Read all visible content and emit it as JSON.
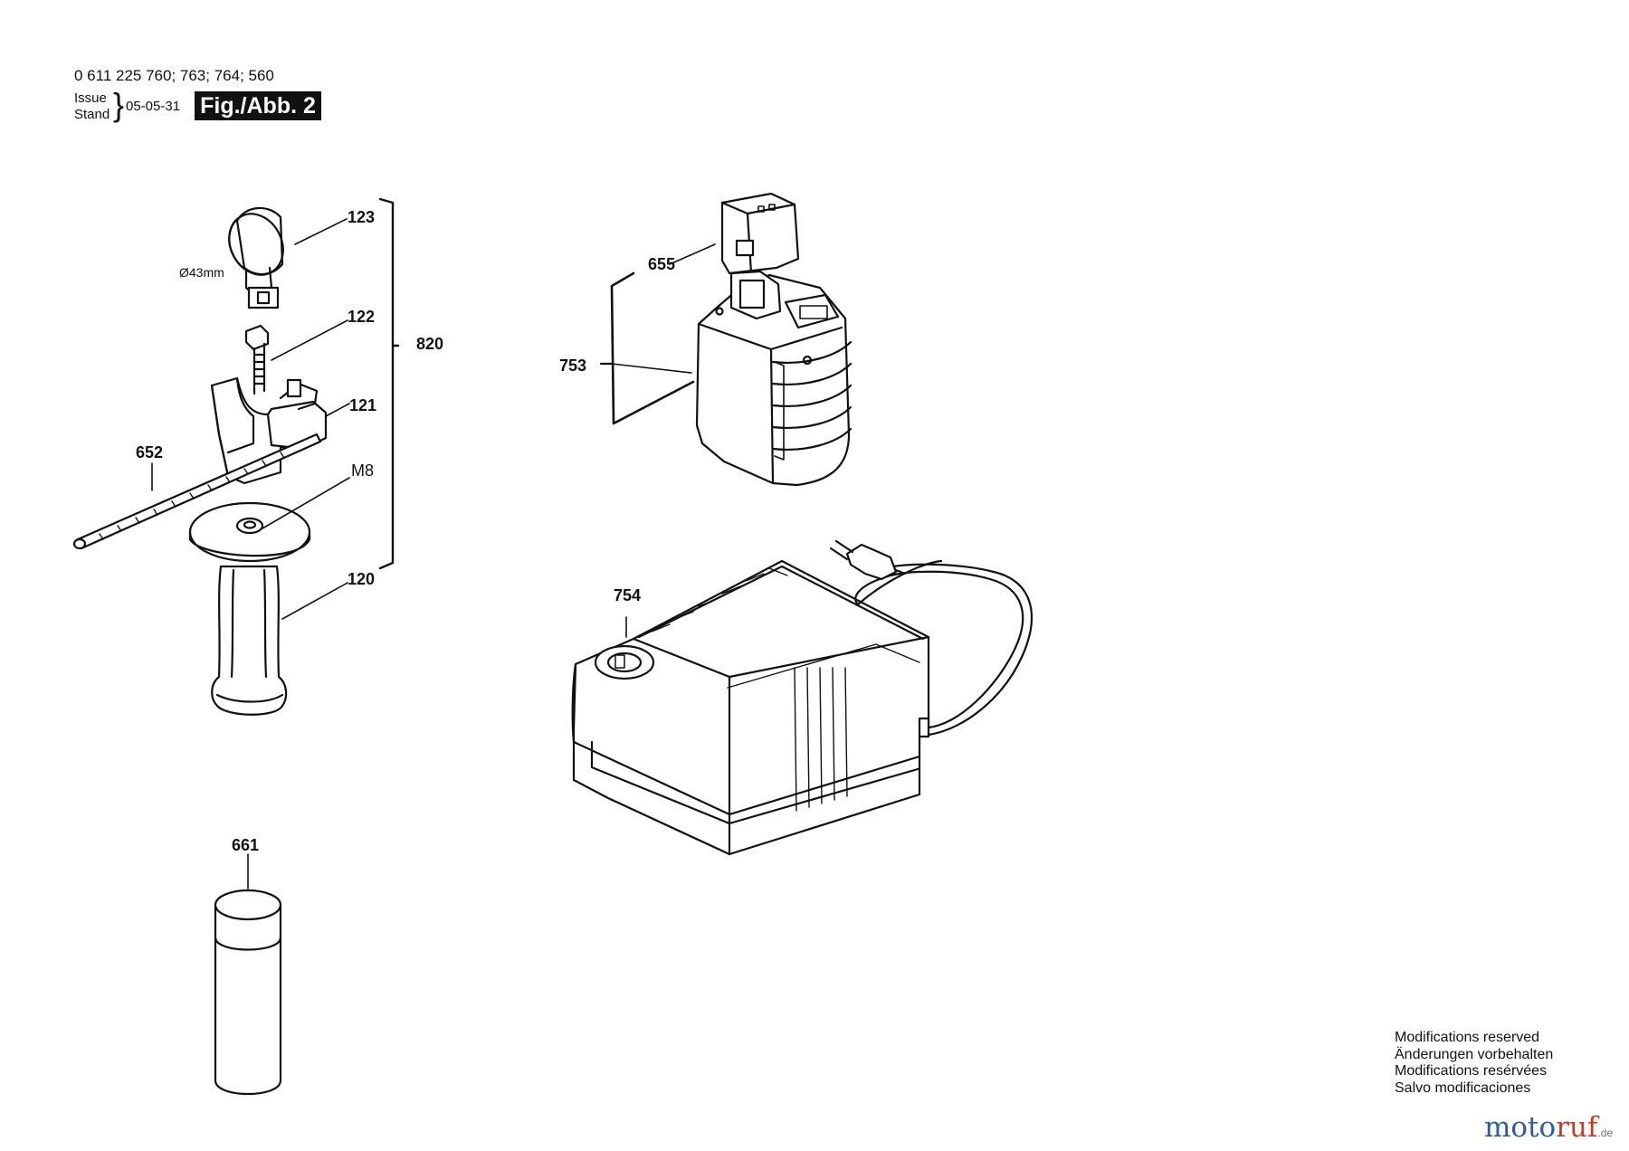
{
  "header": {
    "model_numbers": "0 611 225 760; 763; 764; 560",
    "issue_label": "Issue",
    "stand_label": "Stand",
    "date": "05-05-31",
    "figure_label": "Fig./Abb. 2"
  },
  "parts": [
    {
      "id": "123"
    },
    {
      "id": "122"
    },
    {
      "id": "121"
    },
    {
      "id": "820"
    },
    {
      "id": "652"
    },
    {
      "id": "M8"
    },
    {
      "id": "120"
    },
    {
      "id": "661"
    },
    {
      "id": "655"
    },
    {
      "id": "753"
    },
    {
      "id": "754"
    }
  ],
  "annotations": {
    "clamp_diameter": "Ø43mm"
  },
  "notice": [
    "Modifications reserved",
    "Änderungen vorbehalten",
    "Modifications resérvées",
    "Salvo modificaciones"
  ],
  "brand": {
    "part1": "moto",
    "part2": "ruf",
    "tld": ".de"
  },
  "colors": {
    "ink": "#111111",
    "brand_blue": "#2f5d9b",
    "brand_red": "#c43d21"
  }
}
